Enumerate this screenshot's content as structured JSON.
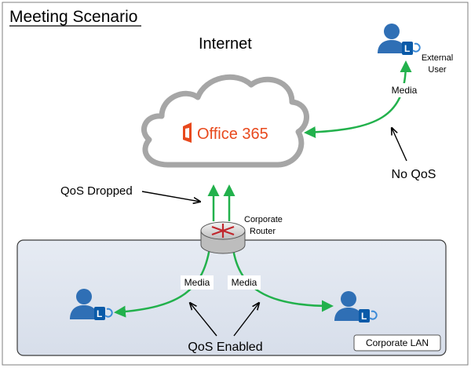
{
  "title": "Meeting Scenario",
  "internet_label": "Internet",
  "cloud": {
    "brand_text": "Office 365",
    "brand_color": "#e8491d"
  },
  "external_user": {
    "line1": "External",
    "line2": "User"
  },
  "labels": {
    "media_external": "Media",
    "no_qos": "No QoS",
    "qos_dropped": "QoS Dropped",
    "router_line1": "Corporate",
    "router_line2": "Router",
    "media_left": "Media",
    "media_right": "Media",
    "qos_enabled": "QoS Enabled",
    "corporate_lan": "Corporate LAN"
  },
  "colors": {
    "flow_arrow": "#22b14c",
    "lan_fill": "#dde4ee",
    "user_blue": "#2f6fb5",
    "lync_blue": "#0a5aa8",
    "router_red": "#c0272d"
  }
}
